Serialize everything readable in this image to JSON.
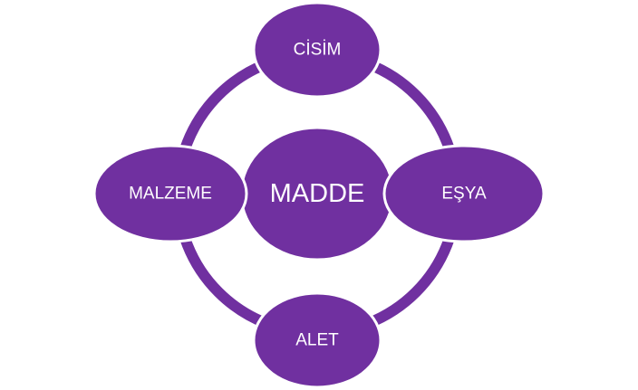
{
  "diagram": {
    "center": {
      "label": "MADDE"
    },
    "nodes": {
      "top": {
        "label": "CİSİM"
      },
      "right": {
        "label": "EŞYA"
      },
      "bottom": {
        "label": "ALET"
      },
      "left": {
        "label": "MALZEME"
      }
    }
  },
  "colors": {
    "fill": "#7030a0",
    "ring": "#7030a0",
    "outline": "#ffffff",
    "text": "#ffffff"
  }
}
